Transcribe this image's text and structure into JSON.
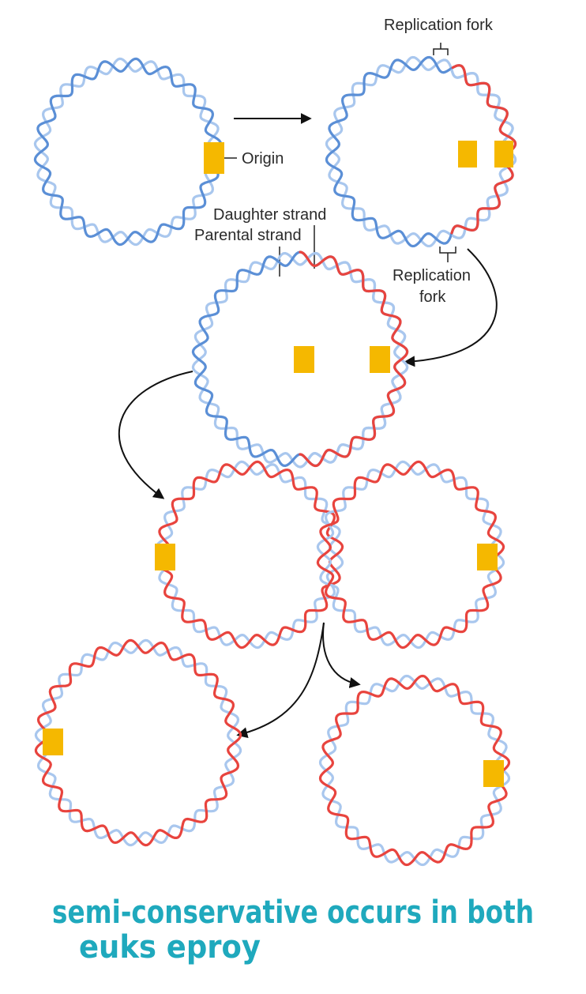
{
  "colors": {
    "parental": "#5b8fd6",
    "parental_light": "#a9c7ee",
    "daughter": "#e8443e",
    "daughter_light": "#f5a3a0",
    "origin": "#f5b800",
    "arrow": "#111111",
    "handwriting": "#1fa9bd"
  },
  "labels": {
    "origin": "Origin",
    "replication_fork_top": "Replication fork",
    "daughter_strand": "Daughter strand",
    "parental_strand": "Parental strand",
    "replication_fork_bottom_line1": "Replication",
    "replication_fork_bottom_line2": "fork"
  },
  "handwritten_note": {
    "line1": "semi-conservative occurs in both",
    "line2": "euks eproy"
  },
  "stages": [
    "parental circular DNA with origin",
    "replication begins, two forks",
    "replication bubble enlarges",
    "replication nearly complete, interlocked circles",
    "two daughter circular molecules"
  ]
}
